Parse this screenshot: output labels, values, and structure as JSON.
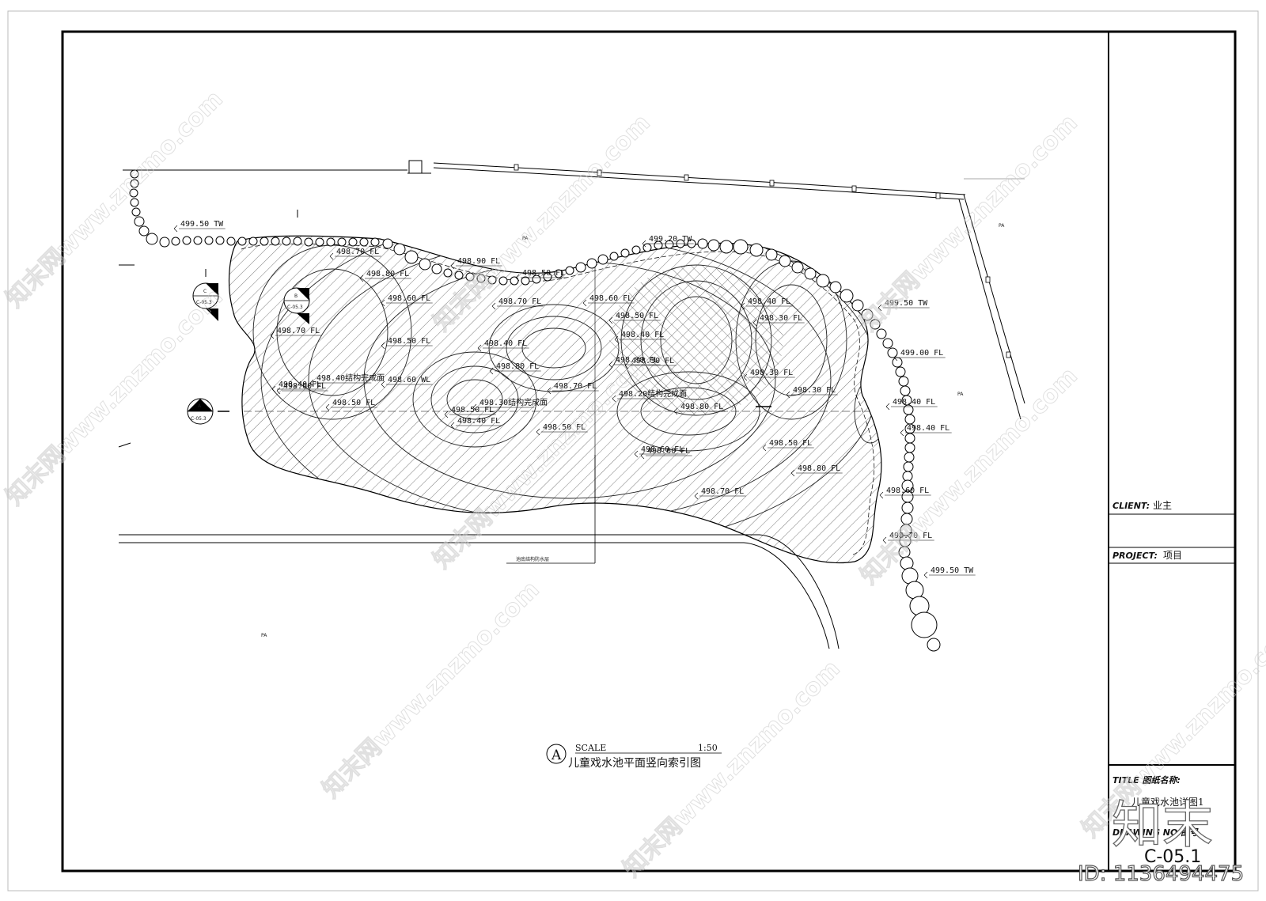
{
  "drawing": {
    "caption": {
      "index": "A",
      "scale_label": "SCALE",
      "scale_value": "1:50",
      "title": "儿童戏水池平面竖向索引图"
    },
    "section_markers": [
      {
        "letter": "C",
        "ref": "C-05.3"
      },
      {
        "letter": "B",
        "ref": "C-05.3"
      },
      {
        "letter": "A",
        "ref": "C-05.3"
      }
    ],
    "area_tag": "PA",
    "note": "池底结构防水层",
    "elevations": [
      "499.50 TW",
      "498.70 FL",
      "498.90 FL",
      "498.50 FL",
      "499.20 TW",
      "498.80 FL",
      "498.60 FL",
      "498.70 FL",
      "498.60 FL",
      "498.40 FL",
      "498.70 FL",
      "498.50 FL",
      "498.50 FL",
      "498.40 FL",
      "498.40 FL",
      "499.50 TW",
      "498.80 FL",
      "498.30 FL",
      "498.30 FL",
      "498.50 FL",
      "498.40 FL",
      "499.00 FL",
      "498.60 FL",
      "498.40结构完成面",
      "498.60 WL",
      "498.70 FL",
      "498.20结构完成面",
      "498.30 FL",
      "498.80 FL",
      "498.50 FL",
      "498.30结构完成面",
      "498.80 FL",
      "498.40 FL",
      "498.50 FL",
      "498.60 FL",
      "498.40 FL",
      "498.50 FL",
      "498.70 FL",
      "498.60 FL",
      "498.70 FL",
      "499.50 TW",
      "498.40 FL",
      "498.30 FL",
      "498.60 FL",
      "498.80 FL"
    ]
  },
  "title_block": {
    "client_label": "CLIENT:",
    "client_value": "业主",
    "project_label": "PROJECT:",
    "project_value": "项目",
    "title_label": "TITLE 图纸名称:",
    "title_value": "儿童戏水池详图1",
    "drawing_no_label": "DRAWING NO.图号",
    "drawing_no_value": "C-05.1"
  },
  "watermark": {
    "text": "知末网www.znzmo.com",
    "brand": "知末",
    "id": "ID: 1136494475"
  }
}
